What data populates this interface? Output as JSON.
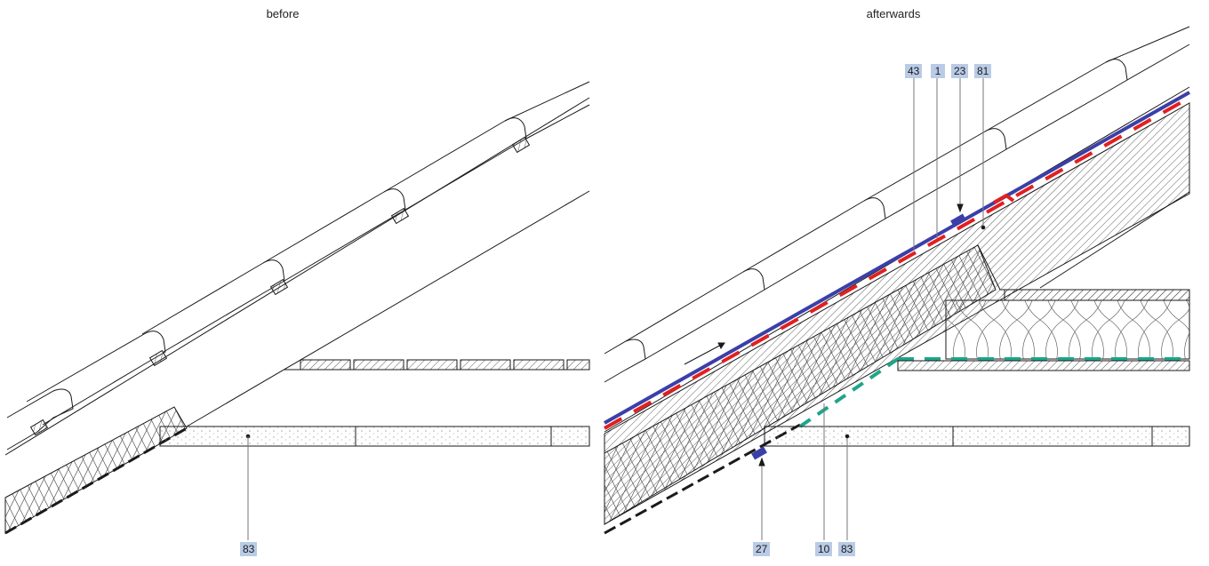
{
  "panels": {
    "before": {
      "title": "before"
    },
    "after": {
      "title": "afterwards"
    }
  },
  "callouts": {
    "before_83": "83",
    "after_43": "43",
    "after_1": "1",
    "after_23": "23",
    "after_81": "81",
    "after_27": "27",
    "after_10": "10",
    "after_83": "83"
  },
  "colors": {
    "line": "#1a1a1a",
    "blue_membrane": "#3b3fa8",
    "red_strip": "#e02020",
    "green_strip": "#1fa58a",
    "callout_bg": "#b9cbe6"
  }
}
